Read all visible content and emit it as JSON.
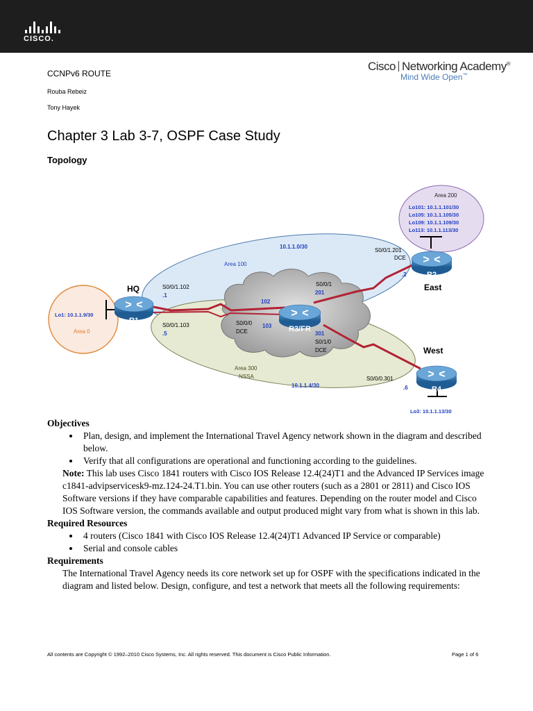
{
  "header": {
    "course": "CCNPv6 ROUTE",
    "authors": [
      "Rouba Rebeiz",
      "Tony Hayek"
    ],
    "logo_text": "CISCO.",
    "academy_left": "Cisco",
    "academy_right": "Networking Academy",
    "academy_reg": "®",
    "academy_tagline": "Mind Wide Open",
    "academy_tm": "™"
  },
  "title": "Chapter 3 Lab 3-7, OSPF Case Study",
  "topology_heading": "Topology",
  "diagram": {
    "area200_title": "Area 200",
    "area200_loops": [
      "Lo101: 10.1.1.101/30",
      "Lo105: 10.1.1.105/30",
      "Lo109: 10.1.1.109/30",
      "Lo113: 10.1.1.113/30"
    ],
    "area100": "Area 100",
    "net_r1_r2": "10.1.1.0/30",
    "area300": "Area 300",
    "nssa": "NSSA",
    "net_r1_r4": "10.1.1.4/30",
    "area0": "Area 0",
    "lo1": "Lo1:  10.1.1.9/30",
    "lo3": "Lo3:  10.1.1.13/30",
    "r1_name": "R1",
    "r1_site": "HQ",
    "r2_name": "R2",
    "r2_site": "East",
    "r3_name": "R3/FR",
    "r4_name": "R4",
    "r4_site": "West",
    "r1_if_a": "S0/0/1.102",
    "r1_ip_a": ".1",
    "r1_if_b": "S0/0/1.103",
    "r1_ip_b": ".5",
    "r2_if": "S0/0/1.201",
    "r2_dce": "DCE",
    "r2_ip": ".2",
    "r4_if": "S0/0/0.301",
    "r4_ip": ".6",
    "fr_s001": "S0/0/1",
    "fr_201": "201",
    "fr_102": "102",
    "fr_103": "103",
    "fr_s000": "S0/0/0",
    "fr_dce1": "DCE",
    "fr_301": "301",
    "fr_s010": "S0/1/0",
    "fr_dce2": "DCE"
  },
  "objectives": {
    "heading": "Objectives",
    "items": [
      "Plan, design, and implement the International Travel Agency network shown in the diagram and described below.",
      "Verify that all configurations are operational and functioning according to the guidelines."
    ],
    "note_label": "Note:",
    "note_text": " This lab uses Cisco 1841 routers with Cisco IOS Release 12.4(24)T1 and the Advanced IP Services image c1841-advipservicesk9-mz.124-24.T1.bin. You can use other routers (such as a 2801 or 2811) and Cisco IOS Software versions if they have comparable capabilities and features. Depending on the router model and Cisco IOS Software version, the commands available and output produced might vary from what is shown in this lab."
  },
  "resources": {
    "heading": "Required Resources",
    "items": [
      "4 routers (Cisco 1841 with Cisco IOS Release 12.4(24)T1 Advanced IP Service or comparable)",
      "Serial and console cables"
    ]
  },
  "requirements": {
    "heading": "Requirements",
    "text": "The International Travel Agency needs its core network set up for OSPF with the specifications indicated in the diagram and listed below. Design, configure, and test a network that meets all the following requirements:"
  },
  "footer": {
    "copyright": "All contents are Copyright © 1992–2010 Cisco Systems, Inc. All rights reserved. This document is Cisco Public Information.",
    "page": "Page 1 of 6"
  },
  "colors": {
    "header_bg": "#1e1e1e",
    "link_red": "#b22234",
    "label_blue": "#1f3fbf",
    "area200_fill": "#e6dcf0",
    "area100_fill": "#dbe9f6",
    "area300_fill": "#e6ead2",
    "area0_fill": "#fbeadf",
    "router_blue": "#2d6fa8"
  }
}
